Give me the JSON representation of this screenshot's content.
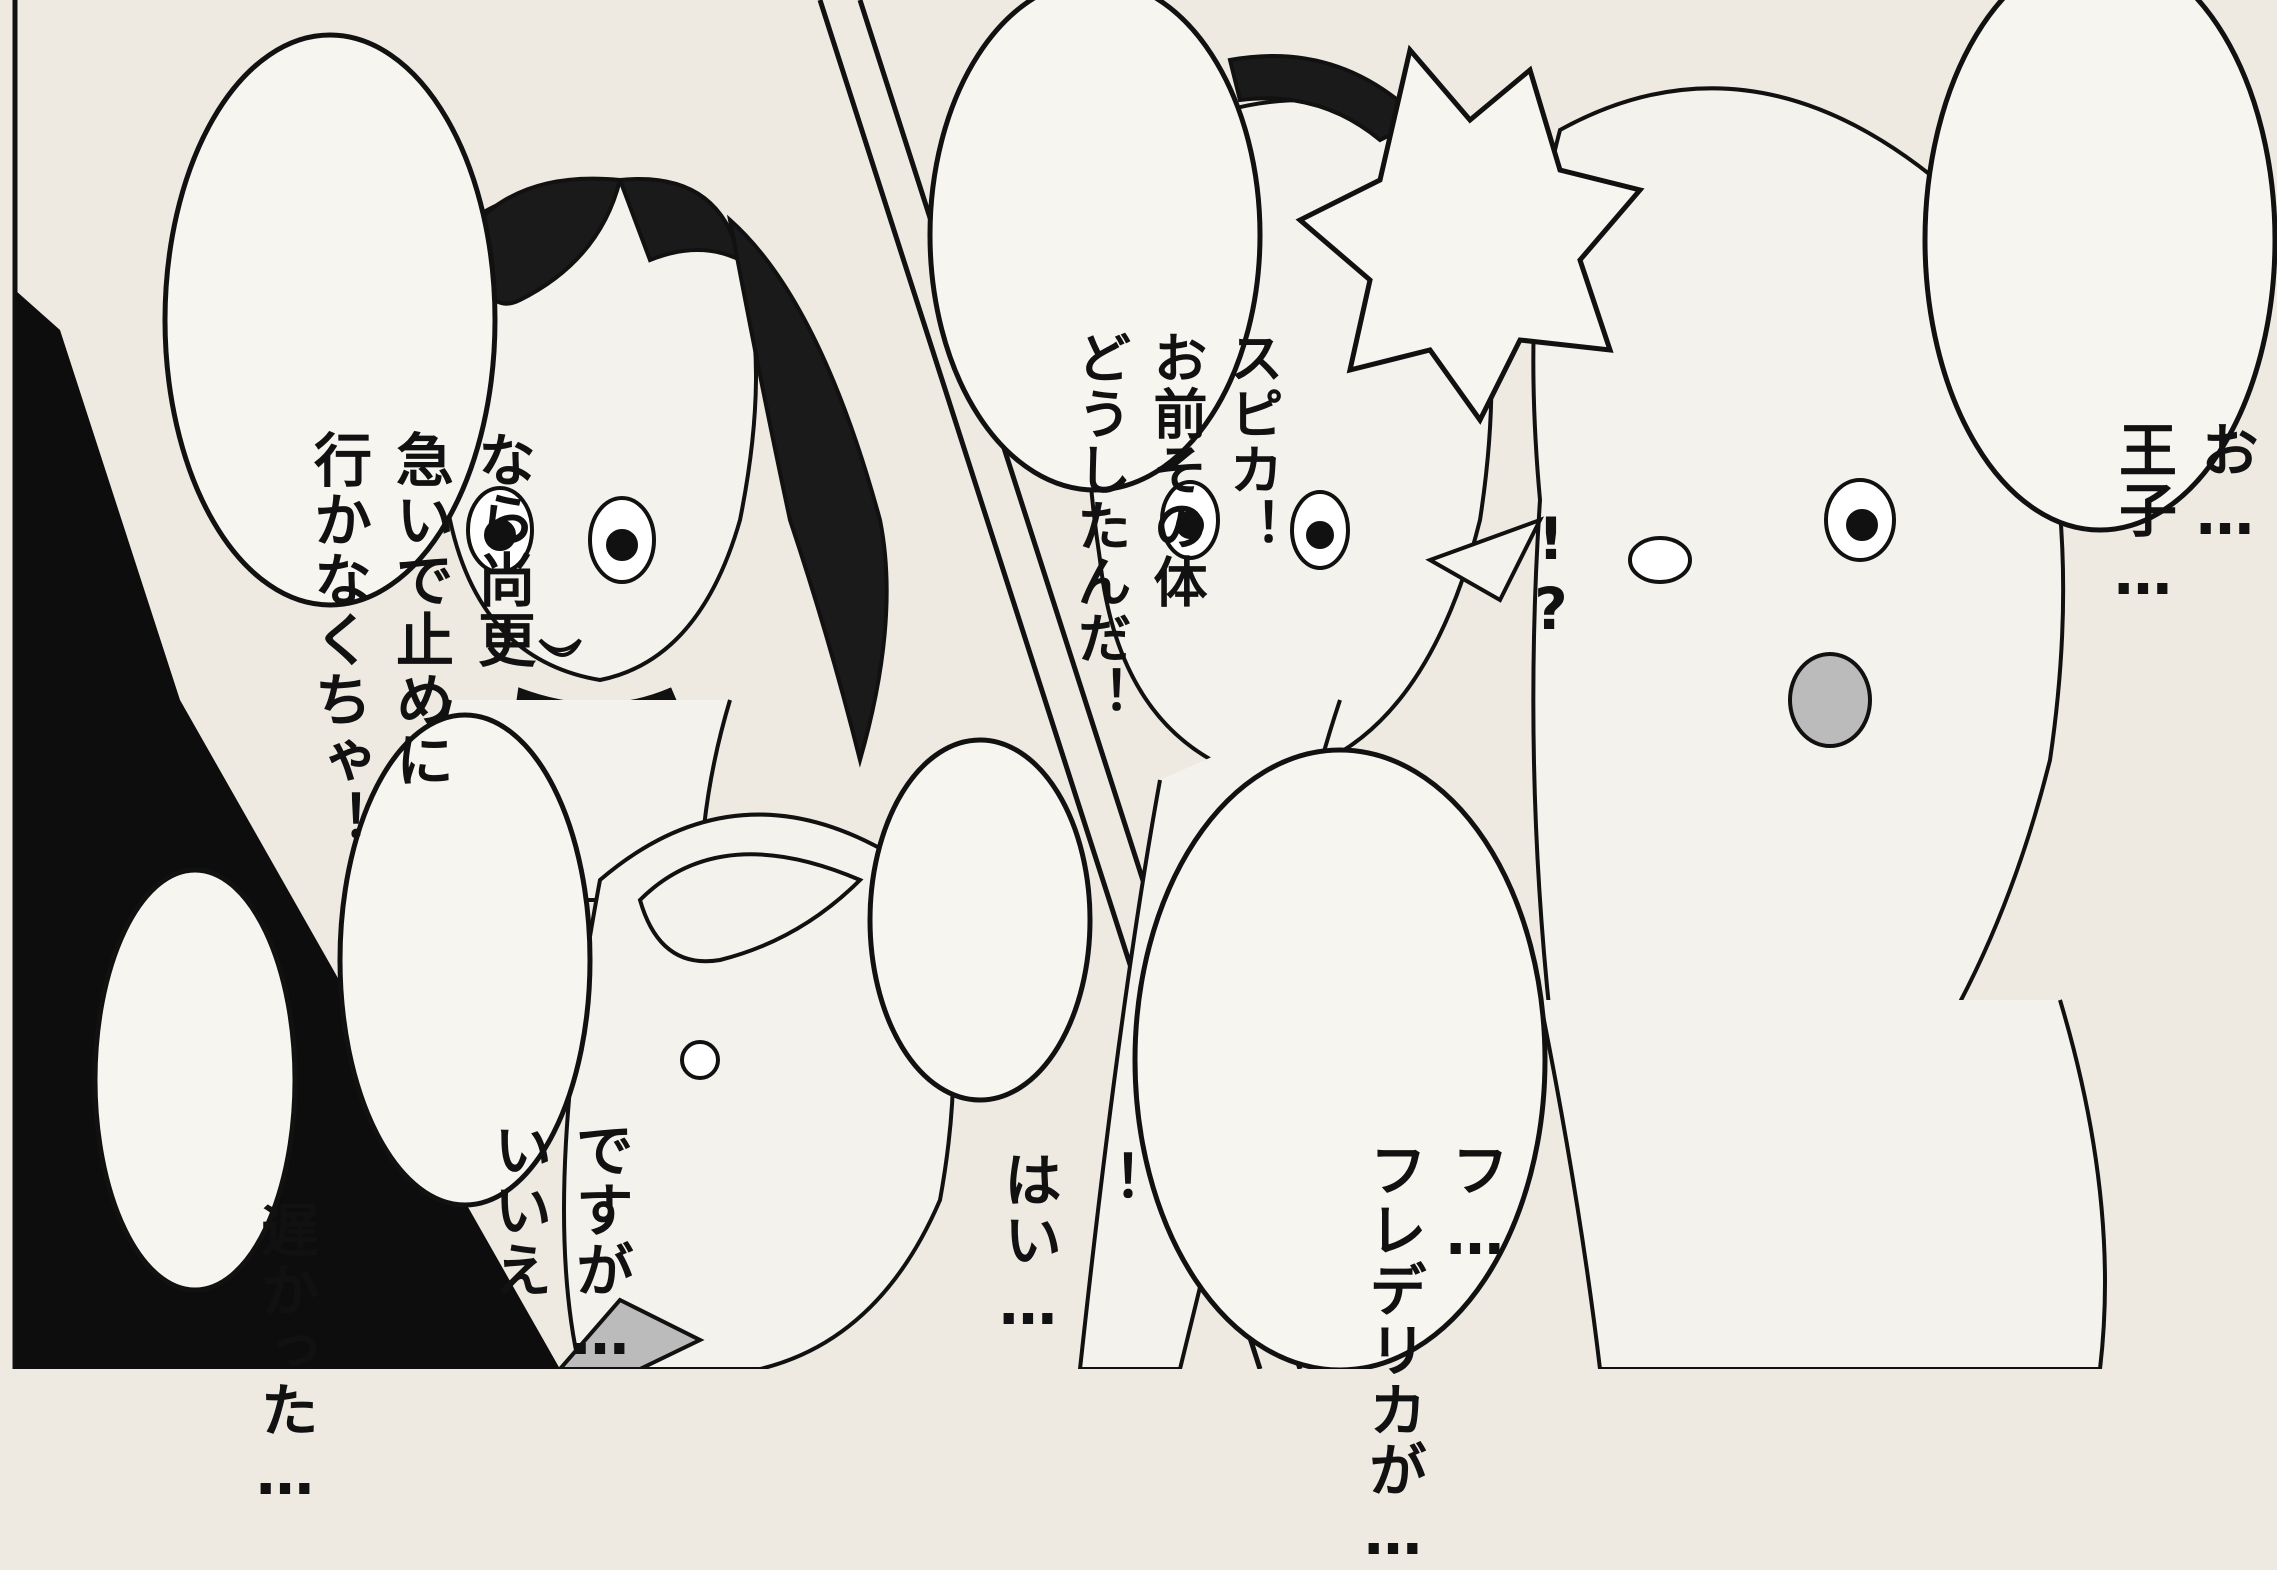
{
  "panels": {
    "left": {
      "bubbles": [
        {
          "id": "naranaosara",
          "lines": [
            "なら尚更",
            "急いで止めに",
            "行かなくちゃ！"
          ]
        },
        {
          "id": "osokatta",
          "lines": [
            "遅かった…"
          ]
        },
        {
          "id": "desuga",
          "lines": [
            "ですが…",
            "いいえ"
          ]
        },
        {
          "id": "hai",
          "lines": [
            "！",
            "はい…"
          ]
        }
      ]
    },
    "right": {
      "bubbles": [
        {
          "id": "spica",
          "lines": [
            "スピカ！",
            "お前その体",
            "どうしたんだ！"
          ]
        },
        {
          "id": "shock",
          "lines": [
            "!?"
          ]
        },
        {
          "id": "ouji",
          "lines": [
            "お…",
            "王子…"
          ]
        },
        {
          "id": "frederica",
          "lines": [
            "フ…",
            "フレデリカが…"
          ]
        }
      ]
    }
  },
  "colors": {
    "paper": "#eeeae2",
    "ink": "#111111",
    "bubble": "#f7f5f0"
  }
}
